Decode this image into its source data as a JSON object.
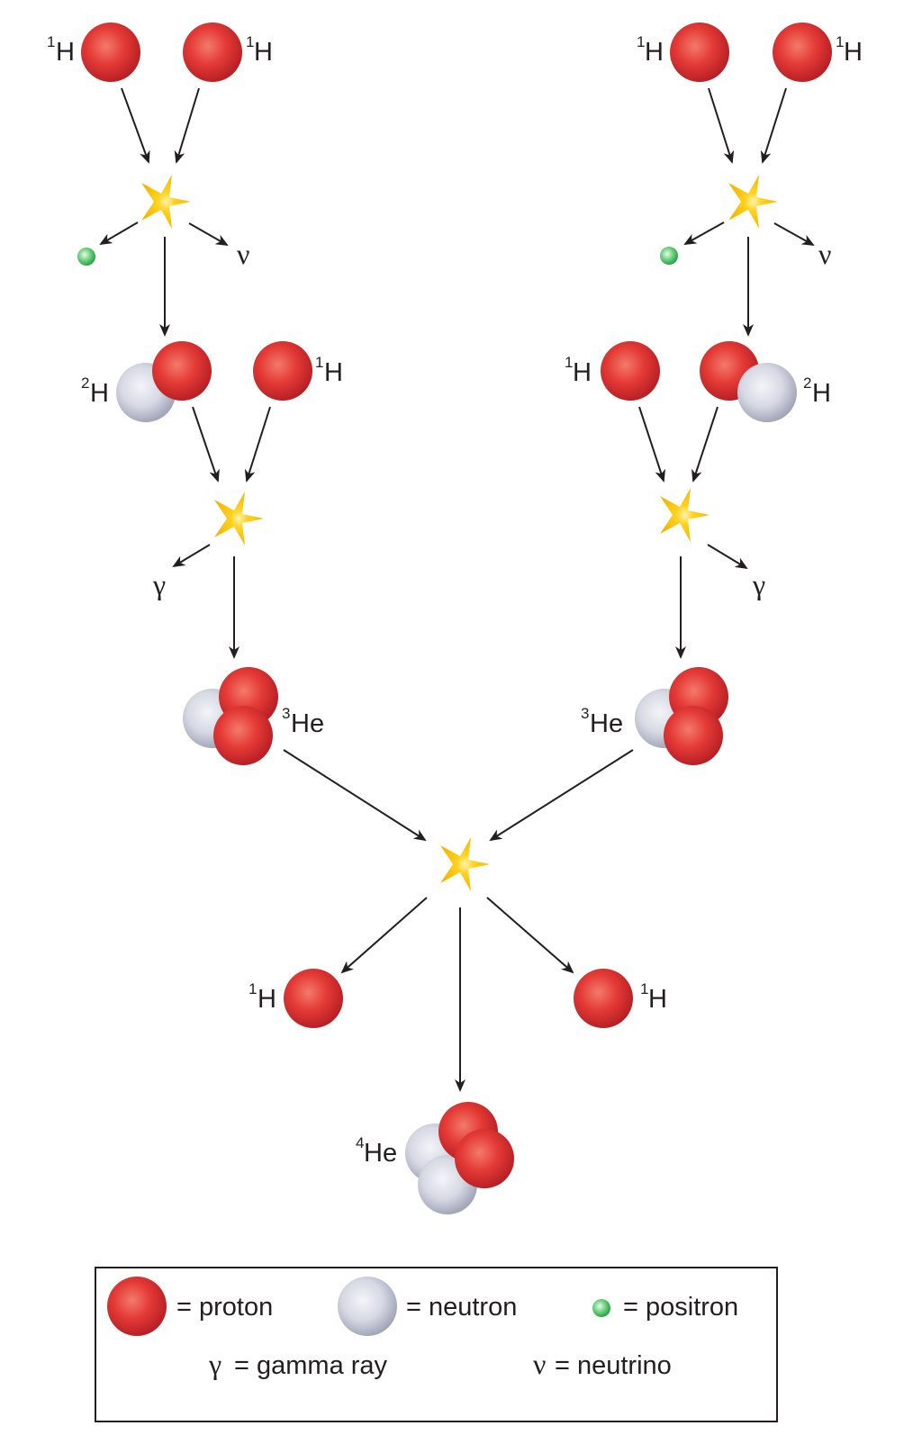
{
  "labels": {
    "h1_mass": "1",
    "h2_mass": "2",
    "he3_mass": "3",
    "he4_mass": "4",
    "h_symbol": "H",
    "he_symbol": "He",
    "gamma": "γ",
    "nu": "ν"
  },
  "legend": {
    "proton": "= proton",
    "neutron": "= neutron",
    "positron": "= positron",
    "gamma_symbol": "γ",
    "gamma": "= gamma ray",
    "nu_symbol": "ν",
    "neutrino": "= neutrino"
  },
  "colors": {
    "proton": "#e53935",
    "neutron": "#c9ccd8",
    "positron": "#43c463",
    "flash": "#fbc519",
    "arrow": "#231f20",
    "text": "#231f20"
  }
}
